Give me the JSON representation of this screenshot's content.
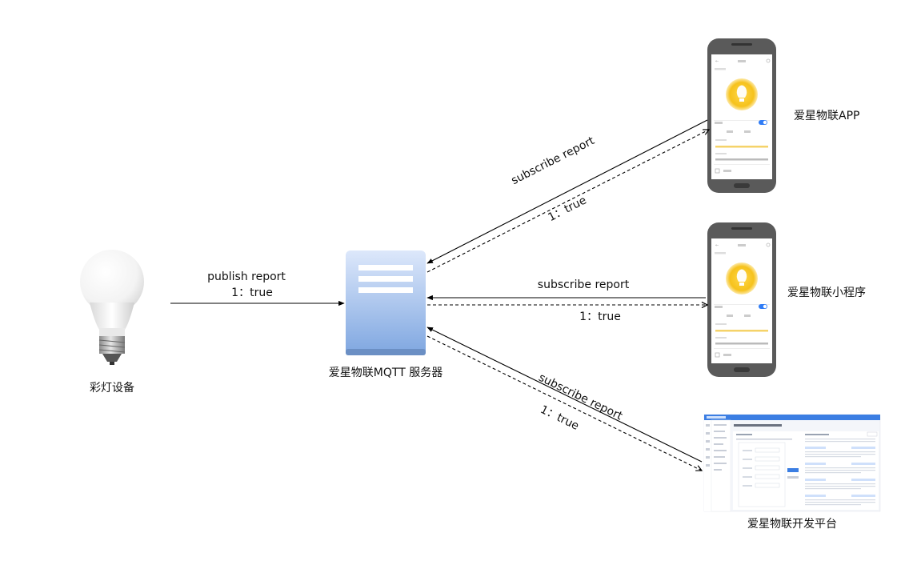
{
  "nodes": {
    "bulb": {
      "label": "彩灯设备"
    },
    "server": {
      "label": "爱星物联MQTT 服务器"
    },
    "app": {
      "label": "爱星物联APP"
    },
    "miniprogram": {
      "label": "爱星物联小程序"
    },
    "platform": {
      "label": "爱星物联开发平台"
    }
  },
  "edges": {
    "bulb_to_server": {
      "line1": "publish  report",
      "line2": "1：true"
    },
    "server_app": {
      "subscribe": "subscribe  report",
      "ack": "1：true"
    },
    "server_miniprogram": {
      "subscribe": "subscribe  report",
      "ack": "1：true"
    },
    "server_platform": {
      "subscribe": "subscribe  report",
      "ack": "1：true"
    }
  },
  "colors": {
    "line": "#000000",
    "server_top": "#dde8fb",
    "server_bottom": "#7ea6e0",
    "phone_body": "#5a5a5a",
    "bulb_yellow": "#f6c21c",
    "toggle_blue": "#2f7cf6",
    "platform_blue": "#3b7ee3"
  },
  "icons": {
    "bulb": "light-bulb-icon",
    "server": "server-icon",
    "phone": "smartphone-icon",
    "platform": "web-console-icon"
  }
}
